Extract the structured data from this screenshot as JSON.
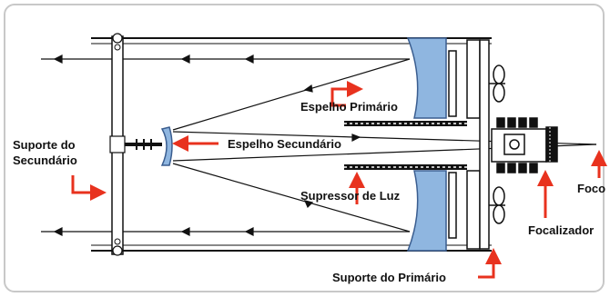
{
  "labels": {
    "secondary_support": "Suporte do Secundário",
    "primary_mirror": "Espelho Primário",
    "secondary_mirror": "Espelho Secundário",
    "light_baffle": "Supressor de Luz",
    "primary_support": "Suporte do Primário",
    "focuser": "Focalizador",
    "focus": "Foco"
  },
  "colors": {
    "pointer_arrow": "#e8321e",
    "mirror": "#8fb6e0",
    "mirror_edge": "#3a5d8f",
    "line": "#111111"
  }
}
